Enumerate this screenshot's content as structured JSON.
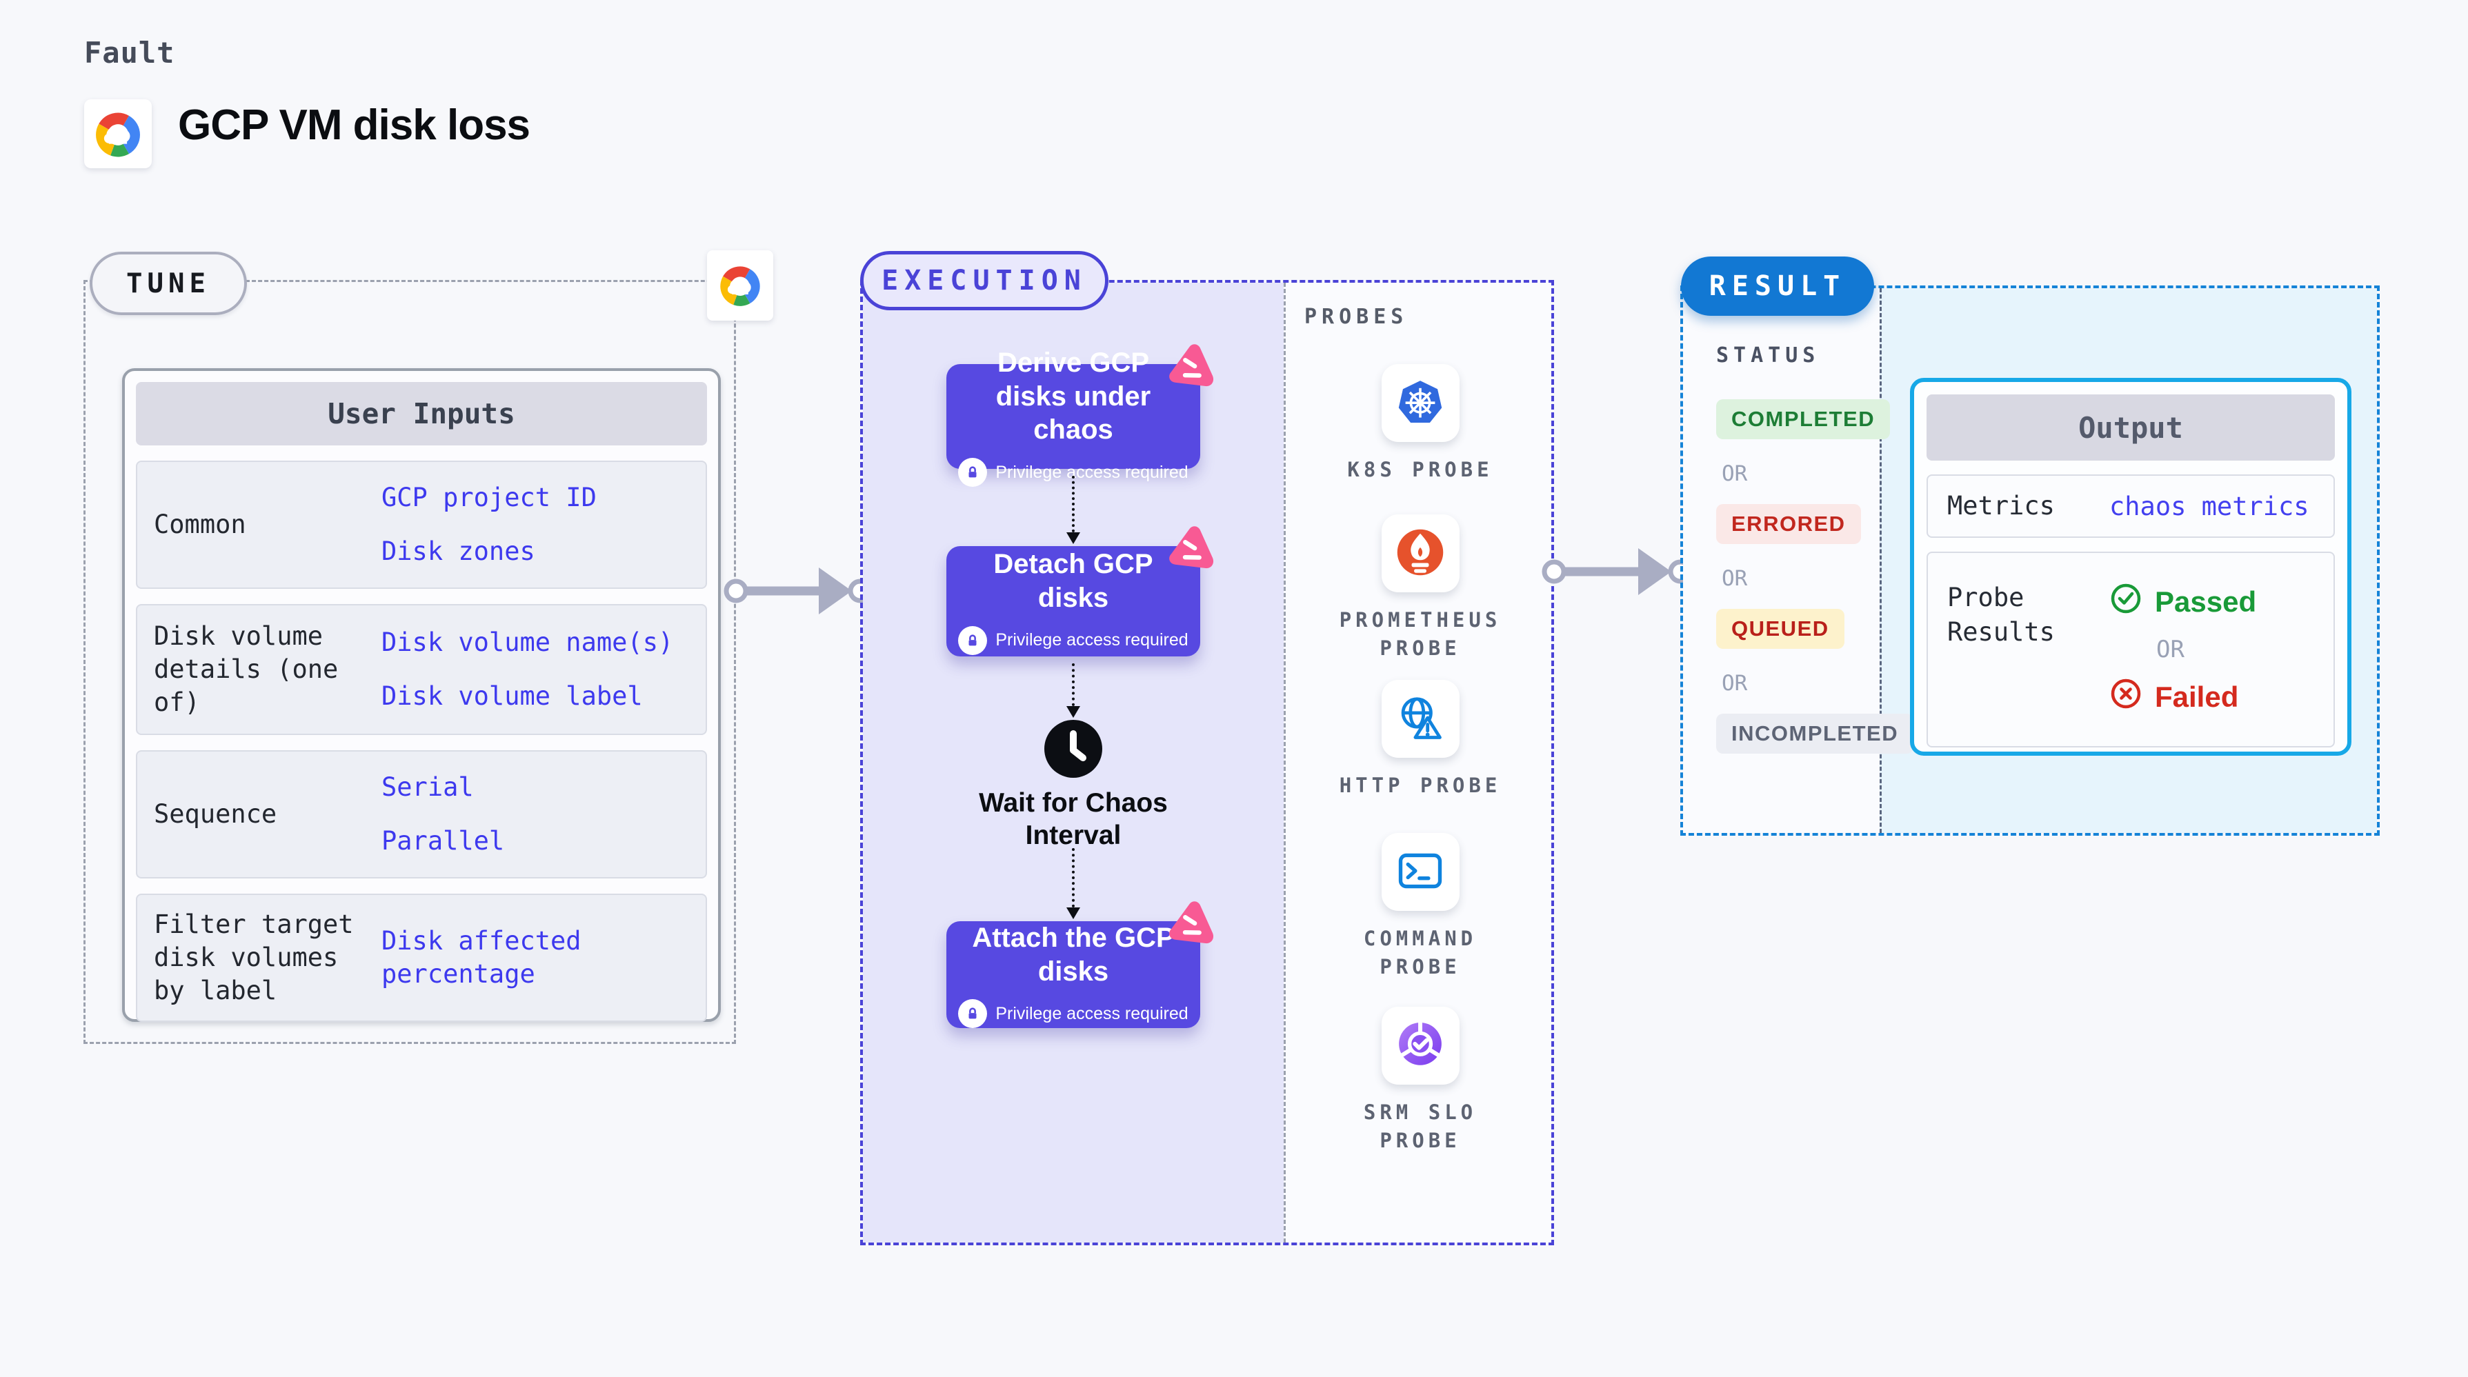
{
  "header": {
    "eyebrow": "Fault",
    "title": "GCP VM disk loss",
    "logo": "gcp-cloud-logo"
  },
  "tune": {
    "label": "TUNE",
    "table_title": "User Inputs",
    "value_color": "#3d39ee",
    "rows": [
      {
        "label": "Common",
        "values": [
          "GCP project ID",
          "Disk zones"
        ]
      },
      {
        "label": "Disk volume details (one of)",
        "values": [
          "Disk volume name(s)",
          "Disk volume label"
        ]
      },
      {
        "label": "Sequence",
        "values": [
          "Serial",
          "Parallel"
        ]
      },
      {
        "label": "Filter target disk volumes by label",
        "values": [
          "Disk affected percentage"
        ]
      }
    ]
  },
  "execution": {
    "label": "EXECUTION",
    "accent": "#4a43d7",
    "node_color": "#5749e1",
    "chaos_icon_color": "#f85a94",
    "nodes": [
      {
        "title": "Derive GCP disks under chaos",
        "badge": "Privilege access required"
      },
      {
        "title": "Detach GCP disks",
        "badge": "Privilege access required"
      },
      {
        "title": "Attach the GCP disks",
        "badge": "Privilege access required"
      }
    ],
    "wait_label": "Wait for Chaos Interval"
  },
  "probes": {
    "label": "PROBES",
    "items": [
      {
        "name": "K8S PROBE",
        "icon": "kubernetes-icon"
      },
      {
        "name": "PROMETHEUS PROBE",
        "icon": "prometheus-icon"
      },
      {
        "name": "HTTP PROBE",
        "icon": "http-globe-icon"
      },
      {
        "name": "COMMAND PROBE",
        "icon": "terminal-icon"
      },
      {
        "name": "SRM SLO PROBE",
        "icon": "srm-slo-icon"
      }
    ]
  },
  "result": {
    "label": "RESULT",
    "accent": "#1583d7",
    "status_title": "STATUS",
    "or_label": "OR",
    "statuses": [
      {
        "label": "COMPLETED",
        "text_color": "#1d7d35",
        "bg": "#ddf2de"
      },
      {
        "label": "ERRORED",
        "text_color": "#c1271e",
        "bg": "#fae8e7"
      },
      {
        "label": "QUEUED",
        "text_color": "#b9201a",
        "bg": "#fdf2cc"
      },
      {
        "label": "INCOMPLETED",
        "text_color": "#5d6475",
        "bg": "#ebedf3"
      }
    ],
    "output": {
      "title": "Output",
      "metrics_label": "Metrics",
      "metrics_value": "chaos metrics",
      "probe_results_label": "Probe Results",
      "passed": "Passed",
      "failed": "Failed",
      "passed_color": "#199a38",
      "failed_color": "#d42a1e",
      "border_color": "#17a8e7"
    }
  }
}
